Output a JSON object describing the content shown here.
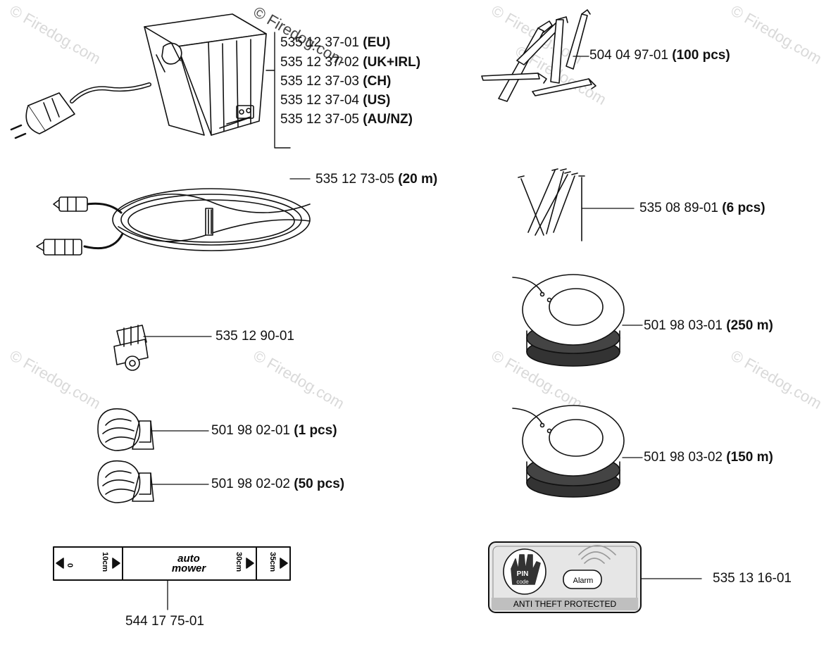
{
  "watermarks": [
    "© Firedog.com",
    "© Firedog.com",
    "© Firedog.com",
    "© Firedog.com",
    "© Firedog.com",
    "© Firedog.com",
    "© Firedog.com",
    "© Firedog.com",
    "© Firedog.com"
  ],
  "parts": {
    "power_supply": [
      {
        "number": "535 12 37-01",
        "qualifier": "(EU)"
      },
      {
        "number": "535 12 37-02",
        "qualifier": "(UK+IRL)"
      },
      {
        "number": "535 12 37-03",
        "qualifier": "(CH)"
      },
      {
        "number": "535 12 37-04",
        "qualifier": "(US)"
      },
      {
        "number": "535 12 37-05",
        "qualifier": "(AU/NZ)"
      }
    ],
    "pegs": {
      "number": "504 04 97-01",
      "qualifier": "(100 pcs)"
    },
    "low_voltage_cable": {
      "number": "535 12 73-05",
      "qualifier": "(20 m)"
    },
    "nails": {
      "number": "535 08 89-01",
      "qualifier": "(6 pcs)"
    },
    "connector": {
      "number": "535 12 90-01",
      "qualifier": ""
    },
    "wire_250": {
      "number": "501 98 03-01",
      "qualifier": "(250 m)"
    },
    "coupler_1": {
      "number": "501 98 02-01",
      "qualifier": "(1 pcs)"
    },
    "coupler_50": {
      "number": "501 98 02-02",
      "qualifier": "(50 pcs)"
    },
    "wire_150": {
      "number": "501 98 03-02",
      "qualifier": "(150 m)"
    },
    "measure": {
      "number": "544 17 75-01",
      "qualifier": ""
    },
    "sticker": {
      "number": "535 13 16-01",
      "qualifier": ""
    }
  },
  "measure_scale": {
    "logo_line1": "auto",
    "logo_line2": "mower",
    "marks": [
      "0",
      "10cm",
      "30cm",
      "35cm"
    ]
  },
  "sticker": {
    "pin_line1": "PIN",
    "pin_line2": "code",
    "alarm": "Alarm",
    "banner": "ANTI THEFT PROTECTED"
  },
  "colors": {
    "line": "#111111",
    "watermark": "#d9d9d9",
    "sticker_bg": "#e6e6e6"
  }
}
